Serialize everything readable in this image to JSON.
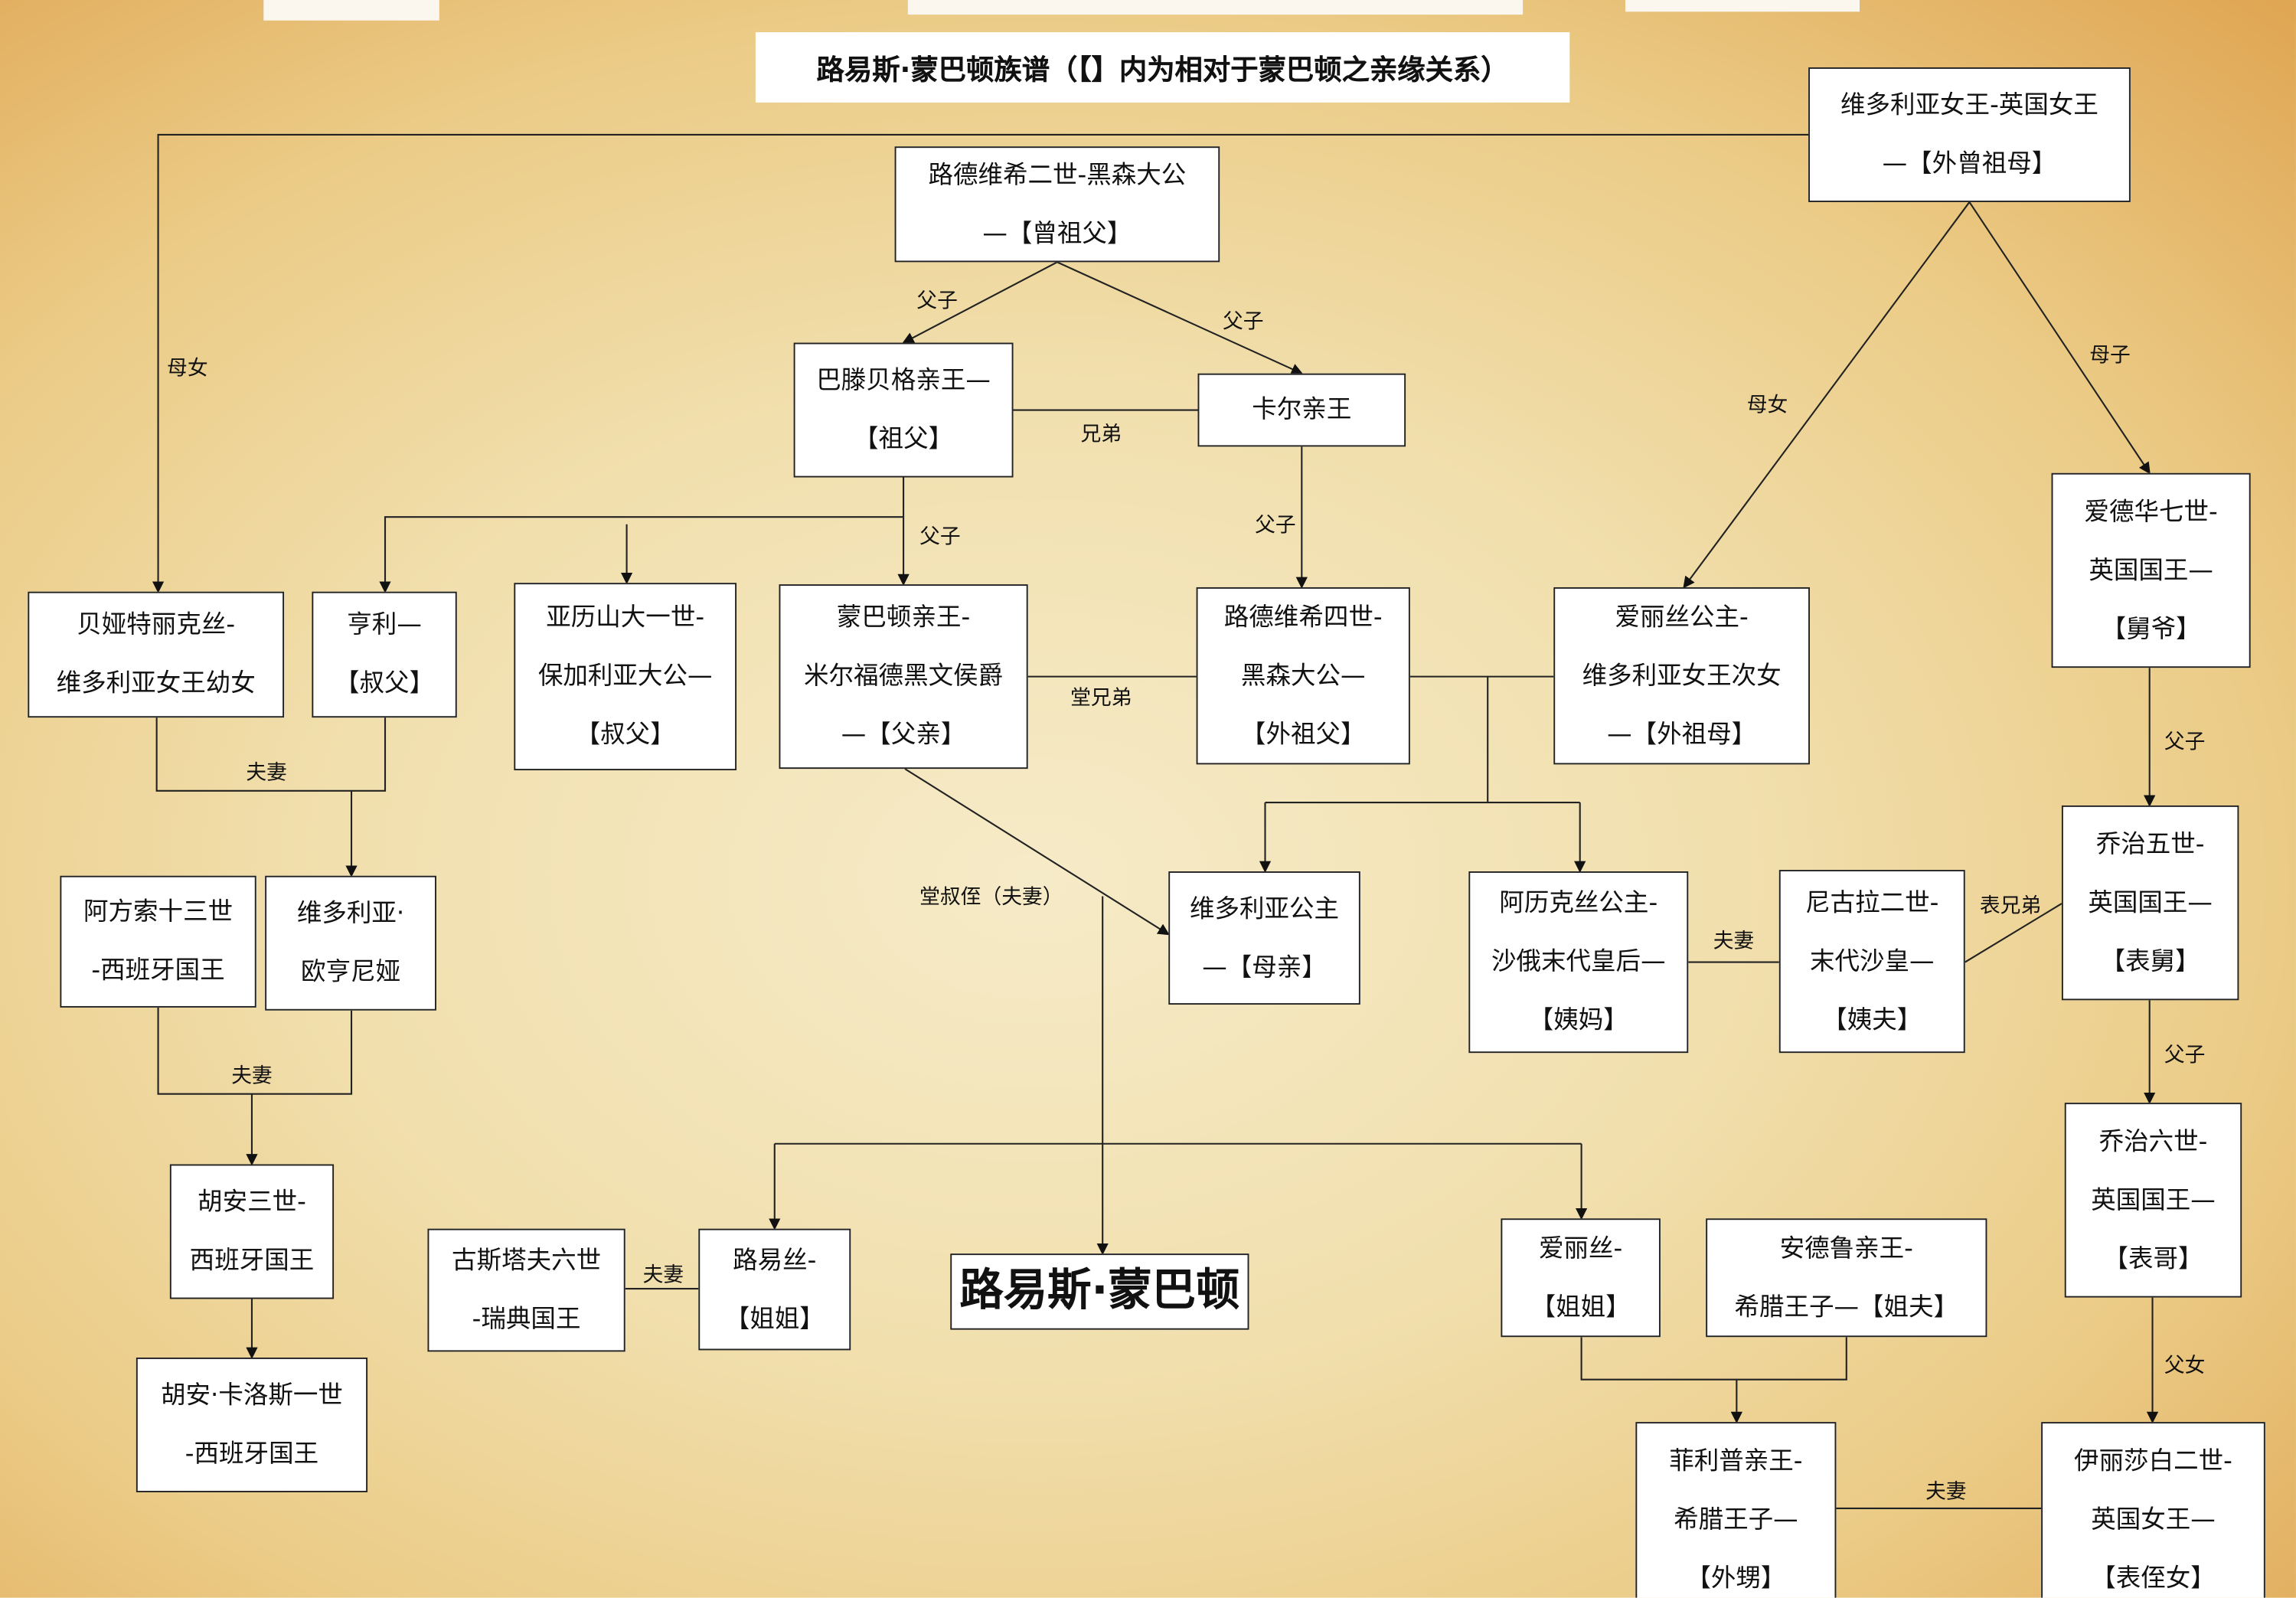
{
  "title": "路易斯·蒙巴顿族谱（【】内为相对于蒙巴顿之亲缘关系）",
  "nodes": {
    "ludwig2": [
      "路德维希二世-黑森大公",
      "—【曾祖父】"
    ],
    "victoria": [
      "维多利亚女王-英国女王",
      "—【外曾祖母】"
    ],
    "battenberg": [
      "巴滕贝格亲王—",
      "【祖父】"
    ],
    "karl": [
      "卡尔亲王"
    ],
    "beatrice": [
      "贝娅特丽克丝-",
      "维多利亚女王幼女"
    ],
    "henry": [
      "亨利—",
      "【叔父】"
    ],
    "alexander": [
      "亚历山大一世-",
      "保加利亚大公—",
      "【叔父】"
    ],
    "milford": [
      "蒙巴顿亲王-",
      "米尔福德黑文侯爵",
      "—【父亲】"
    ],
    "ludwig4": [
      "路德维希四世-",
      "黑森大公—",
      "【外祖父】"
    ],
    "alice_princess": [
      "爱丽丝公主-",
      "维多利亚女王次女",
      "—【外祖母】"
    ],
    "edward7": [
      "爱德华七世-",
      "英国国王—",
      "【舅爷】"
    ],
    "alfonso": [
      "阿方索十三世",
      "-西班牙国王"
    ],
    "eugenie": [
      "维多利亚·",
      "欧亨尼娅"
    ],
    "victoria_mother": [
      "维多利亚公主",
      "—【母亲】"
    ],
    "alix": [
      "阿历克丝公主-",
      "沙俄末代皇后—",
      "【姨妈】"
    ],
    "nicholas": [
      "尼古拉二世-",
      "末代沙皇—",
      "【姨夫】"
    ],
    "george5": [
      "乔治五世-",
      "英国国王—",
      "【表舅】"
    ],
    "juan3": [
      "胡安三世-",
      "西班牙国王"
    ],
    "juancarlos": [
      "胡安·卡洛斯一世",
      "-西班牙国王"
    ],
    "gustaf": [
      "古斯塔夫六世",
      "-瑞典国王"
    ],
    "louise": [
      "路易丝-",
      "【姐姐】"
    ],
    "louis": [
      "路易斯·蒙巴顿"
    ],
    "alice_sister": [
      "爱丽丝-",
      "【姐姐】"
    ],
    "andrew": [
      "安德鲁亲王-",
      "希腊王子—【姐夫】"
    ],
    "george6": [
      "乔治六世-",
      "英国国王—",
      "【表哥】"
    ],
    "philip": [
      "菲利普亲王-",
      "希腊王子—",
      "【外甥】"
    ],
    "elizabeth": [
      "伊丽莎白二世-",
      "英国女王—",
      "【表侄女】"
    ]
  },
  "labels": {
    "mother_daughter": "母女",
    "father_son": "父子",
    "brothers": "兄弟",
    "cousins": "堂兄弟",
    "spouses": "夫妻",
    "mother_son": "母子",
    "uncle_nephew_spouses": "堂叔侄（夫妻）",
    "maternal_cousins": "表兄弟",
    "father_daughter": "父女"
  }
}
